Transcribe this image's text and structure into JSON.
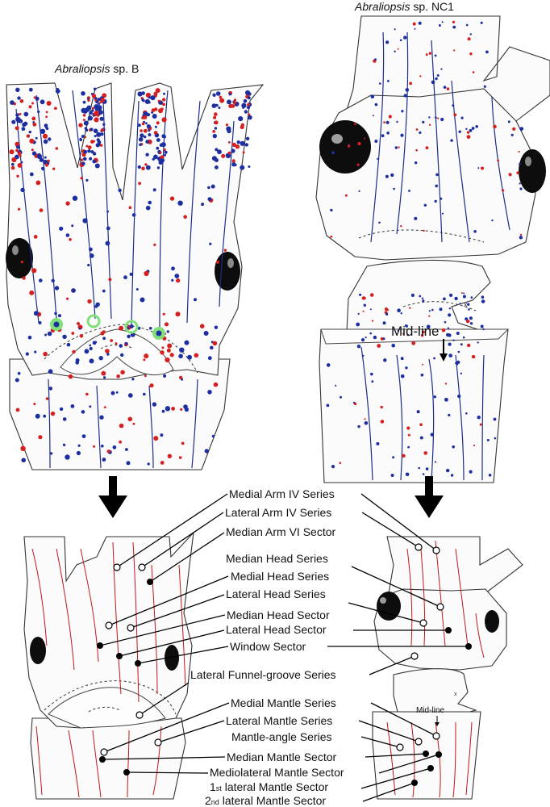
{
  "titles": {
    "left_species": "Abraliopsis",
    "left_suffix": " sp. B",
    "right_species": "Abraliopsis",
    "right_suffix": " sp. NC1"
  },
  "midline": {
    "upper": "Mid-line",
    "lower": "Mid-line"
  },
  "labels": [
    "Medial Arm IV Series",
    "Lateral Arm IV Series",
    "Median Arm VI Sector",
    "Median Head Series",
    "Medial Head Series",
    "Lateral Head Series",
    "Median Head Sector",
    "Lateral Head Sector",
    "Window Sector",
    "Lateral Funnel-groove Series",
    "Medial Mantle Series",
    "Lateral Mantle Series",
    "Mantle-angle Series",
    "Median Mantle Sector",
    "Mediolateral Mantle Sector"
  ],
  "ordinal_labels": [
    {
      "num": "1",
      "sup": "st",
      "text": " lateral Mantle Sector"
    },
    {
      "num": "2",
      "sup": "nd",
      "text": " lateral Mantle Sector"
    }
  ],
  "colors": {
    "photophore_red": "#d62020",
    "photophore_blue": "#1d2fa0",
    "series_line": "#c01818",
    "highlight_green": "#7fe07a"
  }
}
